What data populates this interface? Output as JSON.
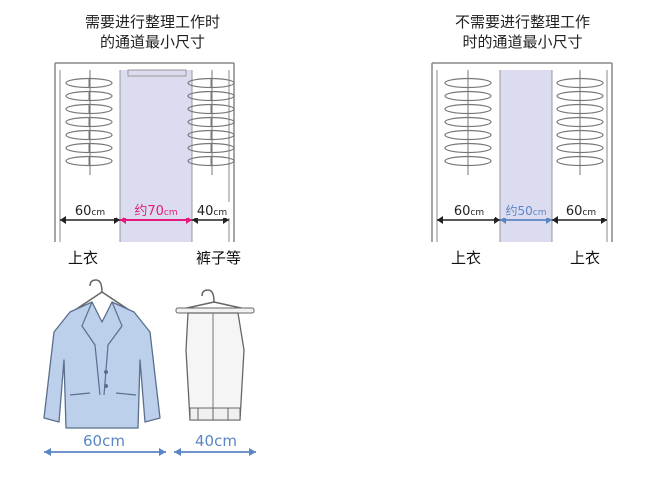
{
  "left_panel": {
    "title_line1": "需要进行整理工作时",
    "title_line2": "的通道最小尺寸",
    "dims": [
      {
        "value": "60",
        "unit": "cm",
        "color": "#222222"
      },
      {
        "value": "约70",
        "unit": "cm",
        "color": "#e6197e"
      },
      {
        "value": "40",
        "unit": "cm",
        "color": "#222222"
      }
    ],
    "label_left": "上衣",
    "label_right": "裤子等"
  },
  "right_panel": {
    "title_line1": "不需要进行整理工作",
    "title_line2": "时的通道最小尺寸",
    "dims": [
      {
        "value": "60",
        "unit": "cm",
        "color": "#222222"
      },
      {
        "value": "约50",
        "unit": "cm",
        "color": "#5b86c4"
      },
      {
        "value": "60",
        "unit": "cm",
        "color": "#222222"
      }
    ],
    "label_left": "上衣",
    "label_right": "上衣"
  },
  "bottom": {
    "jacket_width": "60cm",
    "pants_width": "40cm"
  },
  "colors": {
    "aisle_fill": "#dcdcf0",
    "jacket_fill": "#bcd0ec",
    "bottom_arrow": "#5b86c4",
    "frame": "#888888"
  }
}
